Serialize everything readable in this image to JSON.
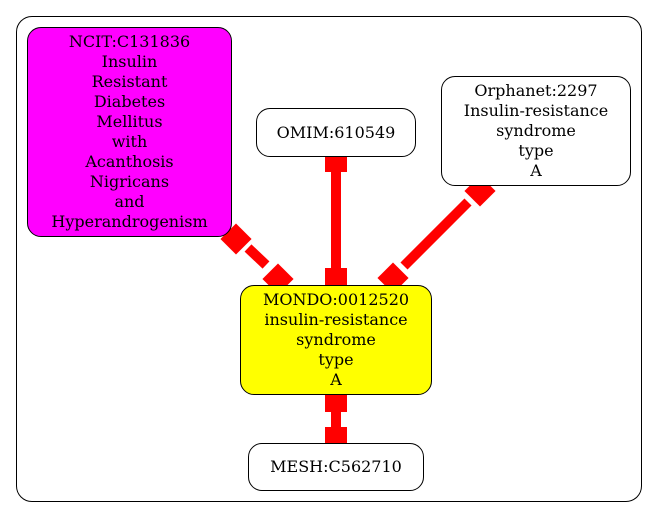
{
  "nodes": {
    "ncit": {
      "lines": [
        "NCIT:C131836",
        "Insulin",
        "Resistant",
        "Diabetes",
        "Mellitus",
        "with",
        "Acanthosis",
        "Nigricans",
        "and",
        "Hyperandrogenism"
      ],
      "fill": "#ff00ff"
    },
    "omim": {
      "lines": [
        "OMIM:610549"
      ],
      "fill": "#ffffff"
    },
    "orphanet": {
      "lines": [
        "Orphanet:2297",
        "Insulin-resistance",
        "syndrome",
        "type",
        "A"
      ],
      "fill": "#ffffff"
    },
    "mondo": {
      "lines": [
        "MONDO:0012520",
        "insulin-resistance",
        "syndrome",
        "type",
        "A"
      ],
      "fill": "#ffff00"
    },
    "mesh": {
      "lines": [
        "MESH:C562710"
      ],
      "fill": "#ffffff"
    }
  },
  "edges": [
    {
      "from": "ncit",
      "to": "mondo"
    },
    {
      "from": "omim",
      "to": "mondo"
    },
    {
      "from": "orphanet",
      "to": "mondo"
    },
    {
      "from": "mondo",
      "to": "mesh"
    }
  ],
  "colors": {
    "edge": "#ff0000",
    "border": "#000000"
  }
}
